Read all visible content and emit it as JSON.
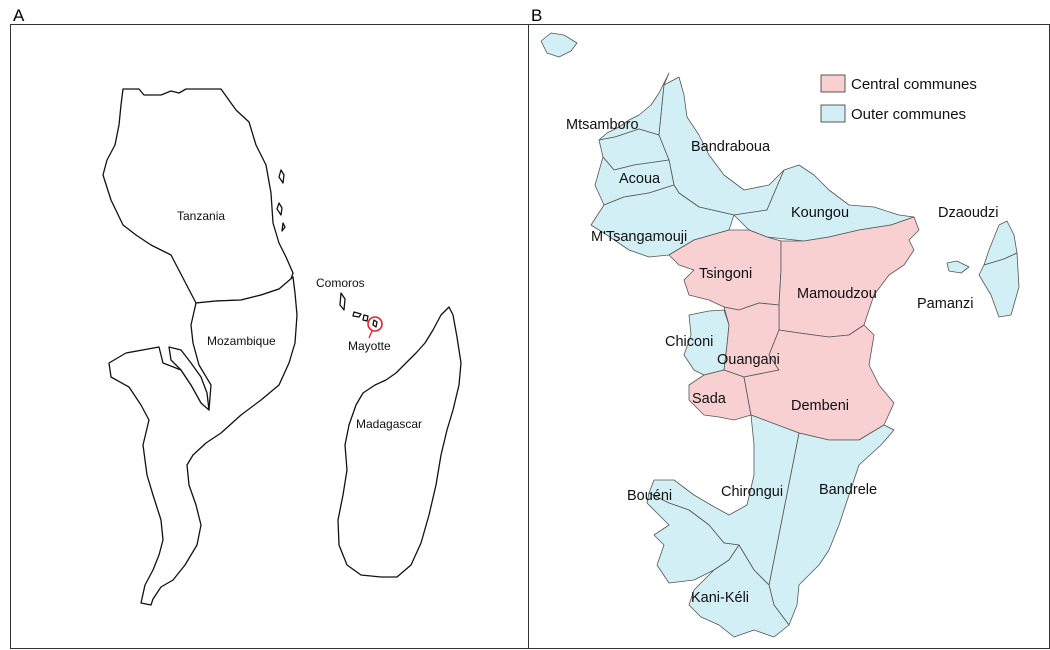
{
  "panels": {
    "a": {
      "letter": "A",
      "labels": {
        "tanzania": "Tanzania",
        "mozambique": "Mozambique",
        "comoros": "Comoros",
        "mayotte": "Mayotte",
        "madagascar": "Madagascar"
      },
      "colors": {
        "outline": "#111111",
        "highlight_circle": "#e8202a"
      }
    },
    "b": {
      "letter": "B",
      "legend": {
        "central": "Central communes",
        "outer": "Outer communes"
      },
      "colors": {
        "central": "#f8d0d1",
        "outer": "#d1eff5"
      },
      "communes": {
        "mtsamboro": "Mtsamboro",
        "bandraboua": "Bandraboua",
        "acoua": "Acoua",
        "koungou": "Koungou",
        "dzaoudzi": "Dzaoudzi",
        "mtsangamouji": "M'Tsangamouji",
        "tsingoni": "Tsingoni",
        "mamoudzou": "Mamoudzou",
        "pamanzi": "Pamanzi",
        "chiconi": "Chiconi",
        "ouangani": "Ouangani",
        "sada": "Sada",
        "dembeni": "Dembeni",
        "boueni": "Bouéni",
        "chirongui": "Chirongui",
        "bandrele": "Bandrele",
        "kanikeli": "Kani-Kéli"
      }
    }
  }
}
